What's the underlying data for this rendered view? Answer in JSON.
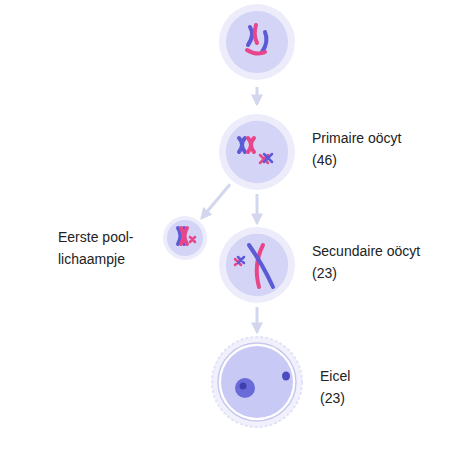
{
  "diagram": {
    "nodes": [
      {
        "text": [
          "Primaire oöcyt",
          "(46)"
        ]
      },
      {
        "text": [
          "Eerste pool- lichaampje"
        ]
      },
      {
        "text": [
          "Secundaire oöcyt",
          "(23)"
        ]
      },
      {
        "text": [
          "Eicel",
          "(23)"
        ]
      }
    ],
    "edges": [
      {
        "from": 0,
        "to": 1,
        "arrow": "to"
      },
      {
        "from": 0,
        "to": 2,
        "arrow": "to"
      },
      {
        "from": 2,
        "to": 3,
        "arrow": "to"
      }
    ]
  }
}
